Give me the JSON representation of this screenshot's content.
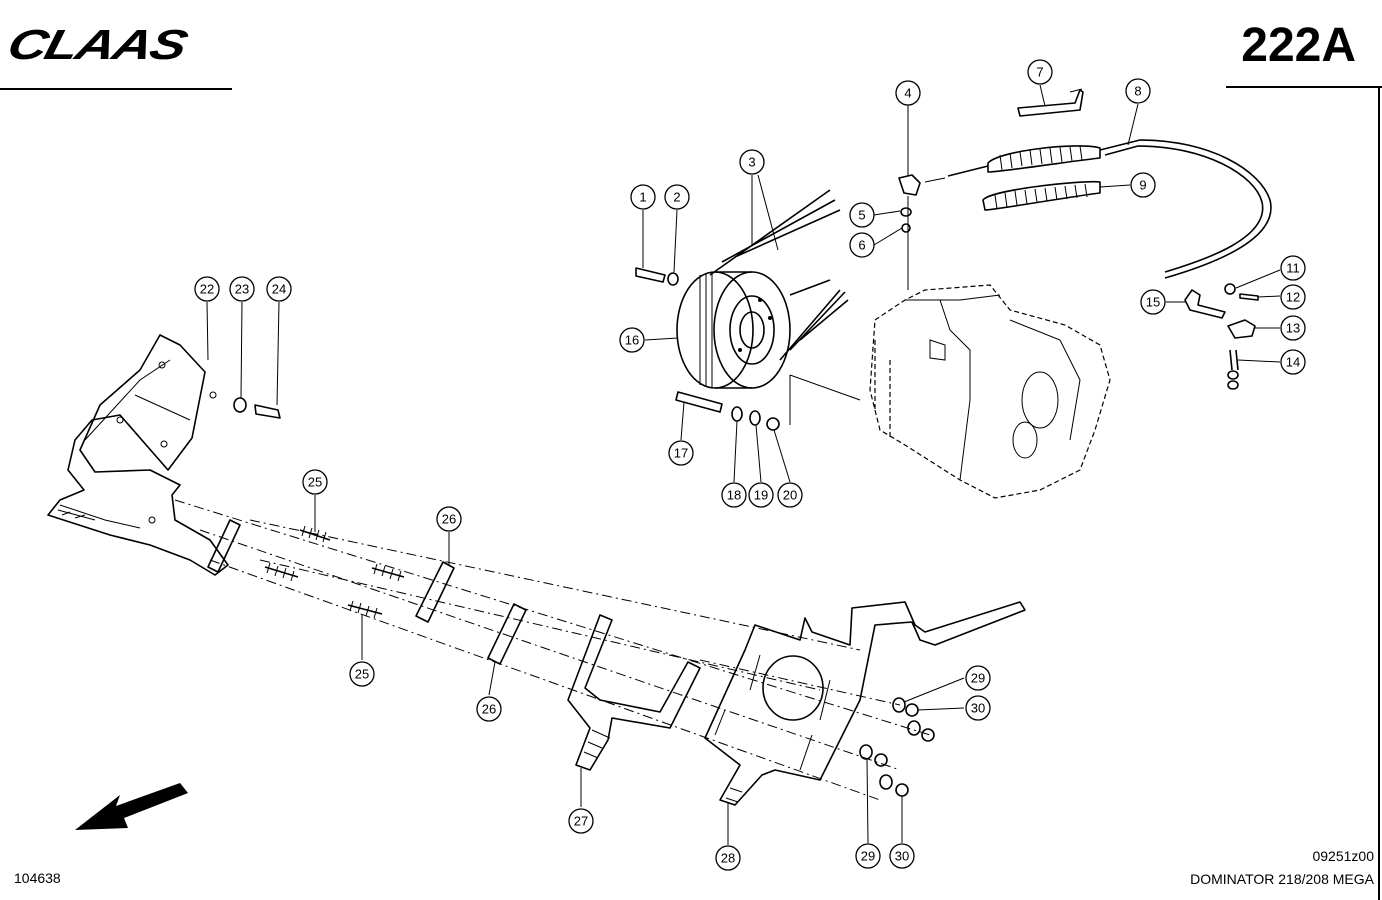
{
  "header": {
    "brand": "CLAAS",
    "page_number": "222A"
  },
  "footer": {
    "reference_number": "104638",
    "drawing_code": "09251z00",
    "model": "DOMINATOR 218/208 MEGA"
  },
  "callouts": [
    {
      "id": "c1",
      "label": "1"
    },
    {
      "id": "c2",
      "label": "2"
    },
    {
      "id": "c3",
      "label": "3"
    },
    {
      "id": "c4",
      "label": "4"
    },
    {
      "id": "c5",
      "label": "5"
    },
    {
      "id": "c6",
      "label": "6"
    },
    {
      "id": "c7",
      "label": "7"
    },
    {
      "id": "c8",
      "label": "8"
    },
    {
      "id": "c9",
      "label": "9"
    },
    {
      "id": "c11",
      "label": "11"
    },
    {
      "id": "c12",
      "label": "12"
    },
    {
      "id": "c13",
      "label": "13"
    },
    {
      "id": "c14",
      "label": "14"
    },
    {
      "id": "c15",
      "label": "15"
    },
    {
      "id": "c16",
      "label": "16"
    },
    {
      "id": "c17",
      "label": "17"
    },
    {
      "id": "c18",
      "label": "18"
    },
    {
      "id": "c19",
      "label": "19"
    },
    {
      "id": "c20",
      "label": "20"
    },
    {
      "id": "c22",
      "label": "22"
    },
    {
      "id": "c23",
      "label": "23"
    },
    {
      "id": "c24",
      "label": "24"
    },
    {
      "id": "c25a",
      "label": "25"
    },
    {
      "id": "c25b",
      "label": "25"
    },
    {
      "id": "c26a",
      "label": "26"
    },
    {
      "id": "c26b",
      "label": "26"
    },
    {
      "id": "c27",
      "label": "27"
    },
    {
      "id": "c28",
      "label": "28"
    },
    {
      "id": "c29a",
      "label": "29"
    },
    {
      "id": "c30a",
      "label": "30"
    },
    {
      "id": "c29b",
      "label": "29"
    },
    {
      "id": "c30b",
      "label": "30"
    }
  ]
}
